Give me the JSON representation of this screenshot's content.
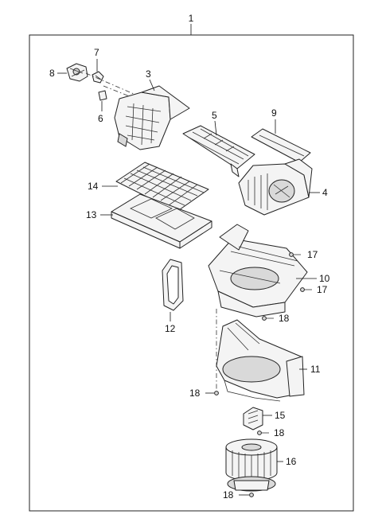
{
  "assembly": {
    "label": "1"
  },
  "callouts": [
    {
      "id": "c3",
      "label": "3"
    },
    {
      "id": "c4",
      "label": "4"
    },
    {
      "id": "c5",
      "label": "5"
    },
    {
      "id": "c6",
      "label": "6"
    },
    {
      "id": "c7",
      "label": "7"
    },
    {
      "id": "c8",
      "label": "8"
    },
    {
      "id": "c9",
      "label": "9"
    },
    {
      "id": "c10",
      "label": "10"
    },
    {
      "id": "c11",
      "label": "11"
    },
    {
      "id": "c12",
      "label": "12"
    },
    {
      "id": "c13",
      "label": "13"
    },
    {
      "id": "c14",
      "label": "14"
    },
    {
      "id": "c15",
      "label": "15"
    },
    {
      "id": "c16",
      "label": "16"
    },
    {
      "id": "c17a",
      "label": "17"
    },
    {
      "id": "c17b",
      "label": "17"
    },
    {
      "id": "c18a",
      "label": "18"
    },
    {
      "id": "c18b",
      "label": "18"
    },
    {
      "id": "c18c",
      "label": "18"
    },
    {
      "id": "c18d",
      "label": "18"
    }
  ]
}
